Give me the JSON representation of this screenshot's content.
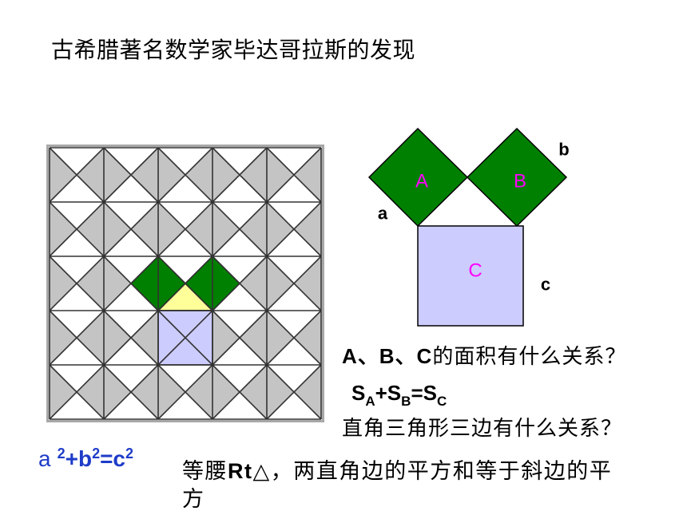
{
  "title": "古希腊著名数学家毕达哥拉斯的发现",
  "squares_figure": {
    "square_a_label": "A",
    "square_b_label": "B",
    "square_c_label": "C",
    "side_a_label": "a",
    "side_b_label": "b",
    "side_c_label": "c"
  },
  "question_area": {
    "letters": "A、B、C",
    "text": "的面积有什么关系？"
  },
  "area_formula": {
    "terms": [
      {
        "base": "S",
        "sub": "A"
      },
      {
        "base": "+S",
        "sub": "B"
      },
      {
        "base": "=S",
        "sub": "C"
      }
    ]
  },
  "question_sides": "直角三角形三边有什么关系？",
  "equation": {
    "terms": [
      {
        "base": "a",
        "sup": "2"
      },
      {
        "base": "+b",
        "sup": "2"
      },
      {
        "base": "=c",
        "sup": "2"
      }
    ]
  },
  "conclusion": {
    "line1": [
      "等腰",
      "Rt",
      "△，两直角边的平方和等于斜边的平"
    ],
    "line2": "方"
  },
  "colors": {
    "tile_gray": "#c4c4c4",
    "tile_white": "#ffffff",
    "grid_line": "#333333",
    "square_green": "#008000",
    "square_lavender": "#ccccff",
    "triangle_yellow": "#ffff99",
    "label_magenta": "#ff00ff",
    "equation_blue": "#1e3cc8"
  }
}
